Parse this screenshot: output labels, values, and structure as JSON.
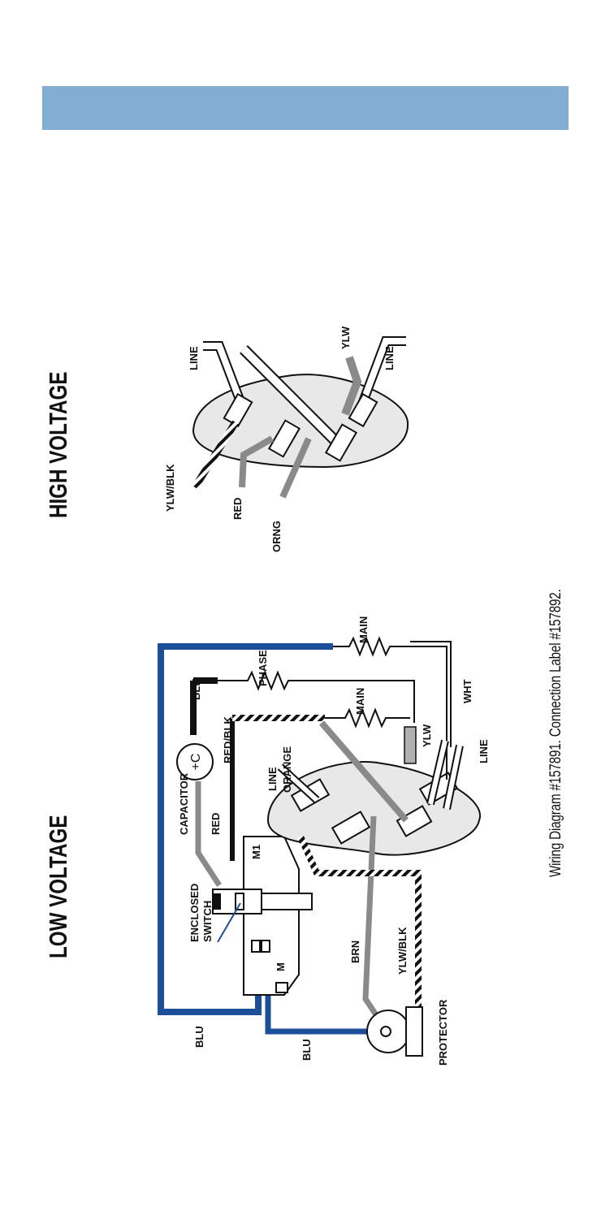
{
  "headings": {
    "low_voltage": "LOW VOLTAGE",
    "high_voltage": "HIGH VOLTAGE"
  },
  "caption": "Wiring Diagram #157891.  Connection Label #157892.",
  "low_labels": {
    "blu1": "BLU",
    "blu2": "BLU",
    "protector": "PROTECTOR",
    "enclosed_switch": "ENCLOSED",
    "enclosed_switch2": "SWITCH",
    "capacitor": "CAPACITOR",
    "red": "RED",
    "blk": "BLK",
    "redblk": "RED/BLK",
    "m1": "M1",
    "m": "M",
    "brn": "BRN",
    "ylwblk": "YLW/BLK",
    "orange": "ORANGE",
    "line": "LINE",
    "main_top": "MAIN",
    "phase": "PHASE",
    "main_mid": "MAIN",
    "ylw": "YLW",
    "wht": "WHT",
    "line2": "LINE"
  },
  "high_labels": {
    "ylwblk": "YLW/BLK",
    "red": "RED",
    "orng": "ORNG",
    "line_top": "LINE",
    "ylw": "YLW",
    "line_bottom": "LINE"
  },
  "colors": {
    "band": "#82aed3",
    "blue_wire": "#1b4f9a",
    "gray_wire": "#8a8a8a",
    "black": "#111111"
  }
}
